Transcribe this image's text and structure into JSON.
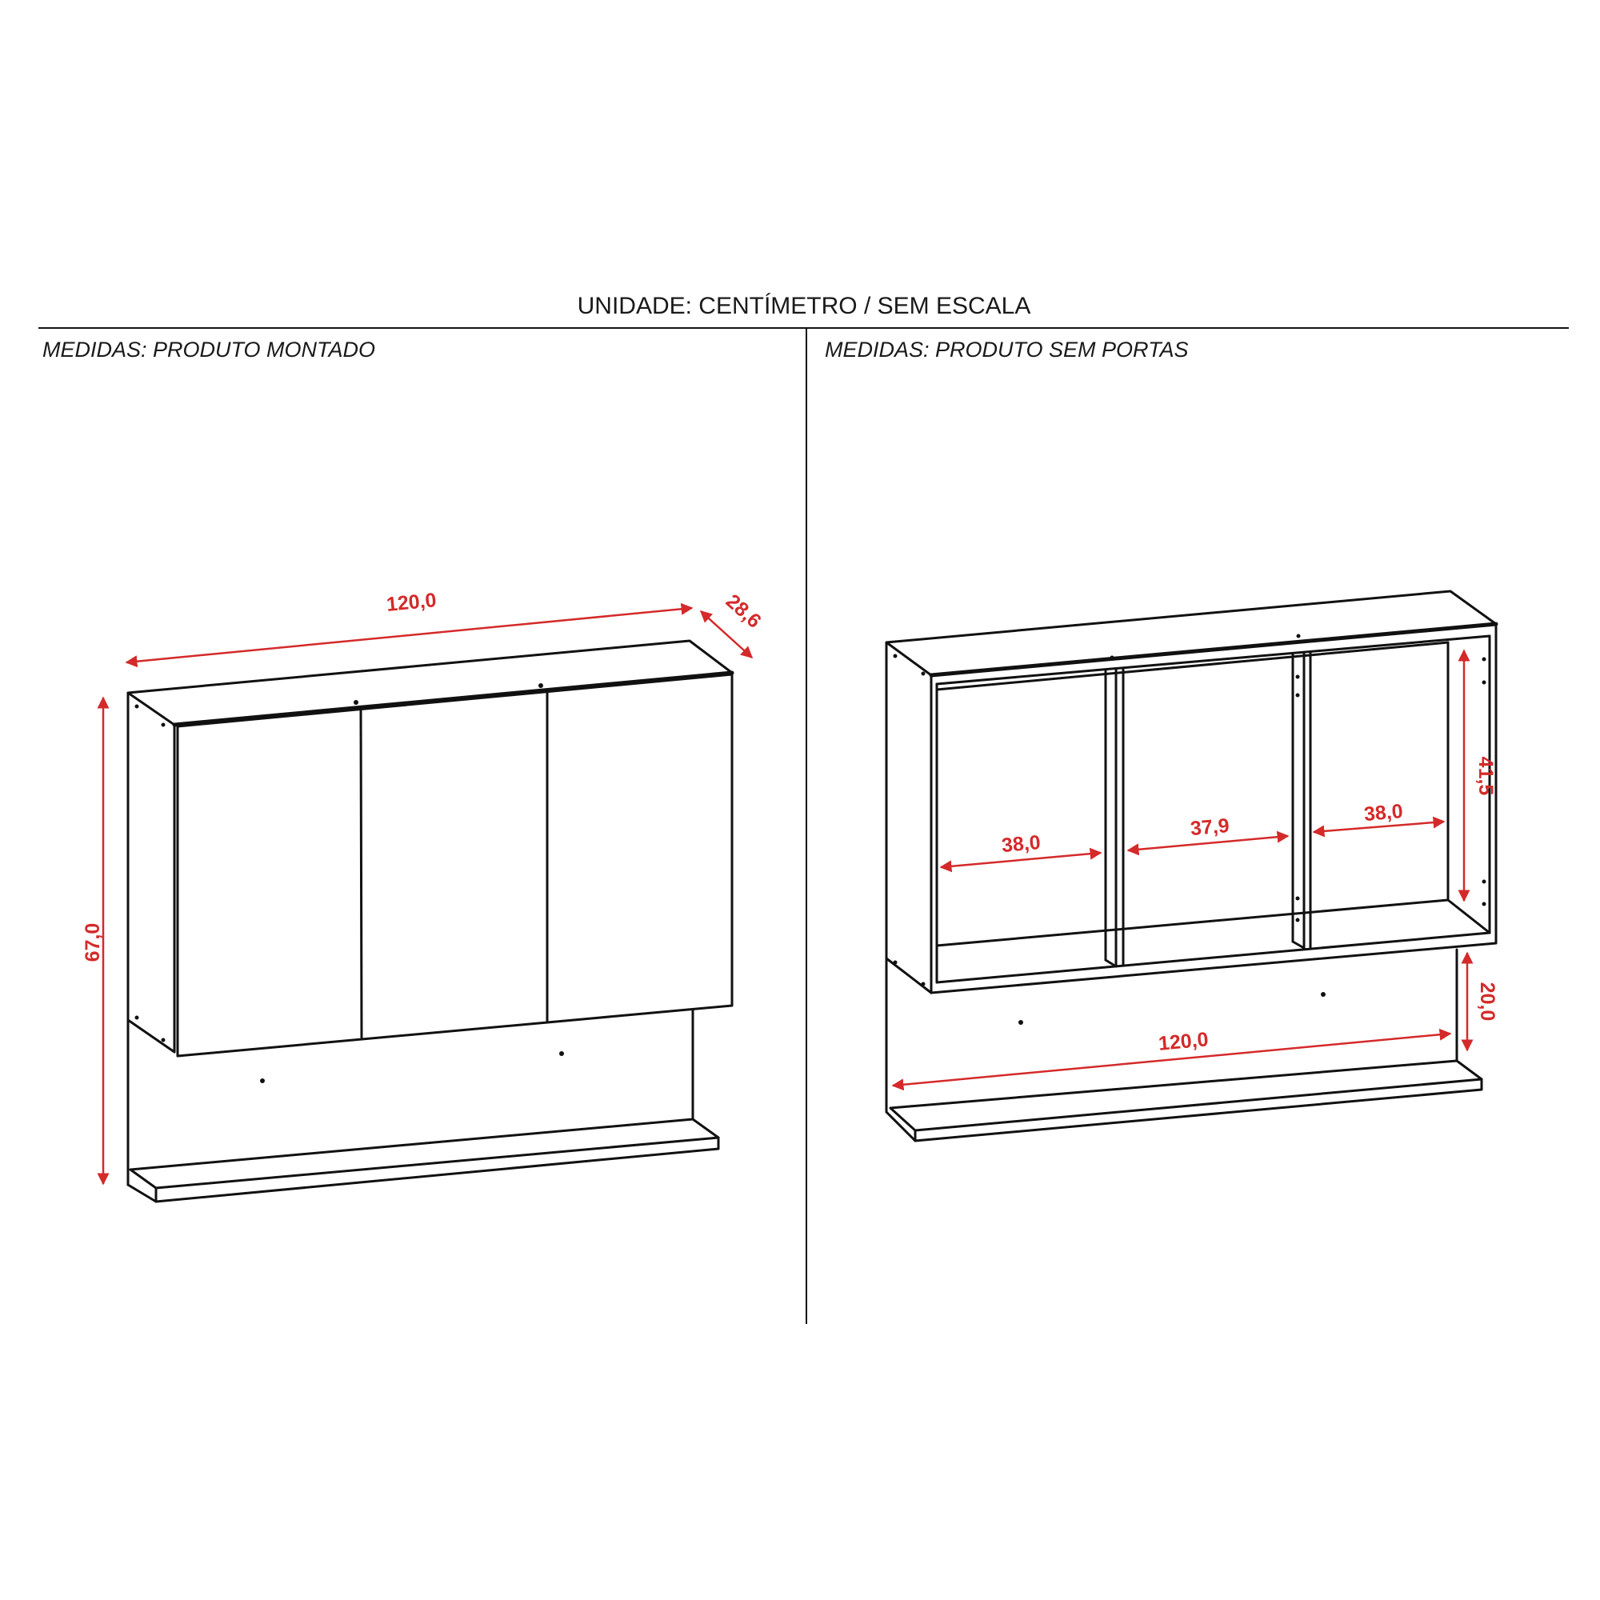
{
  "header": {
    "title": "UNIDADE: CENTÍMETRO / SEM ESCALA"
  },
  "panels": [
    {
      "label": "MEDIDAS: PRODUTO MONTADO",
      "dimensions": {
        "width": "120,0",
        "depth": "28,6",
        "height": "67,0"
      }
    },
    {
      "label": "MEDIDAS: PRODUTO SEM PORTAS",
      "dimensions": {
        "niche_left": "38,0",
        "niche_center": "37,9",
        "niche_right": "38,0",
        "niche_height": "41,5",
        "gap_height": "20,0",
        "shelf_width": "120,0"
      }
    }
  ],
  "colors": {
    "dimension": "#d42a2a",
    "line": "#111111"
  }
}
